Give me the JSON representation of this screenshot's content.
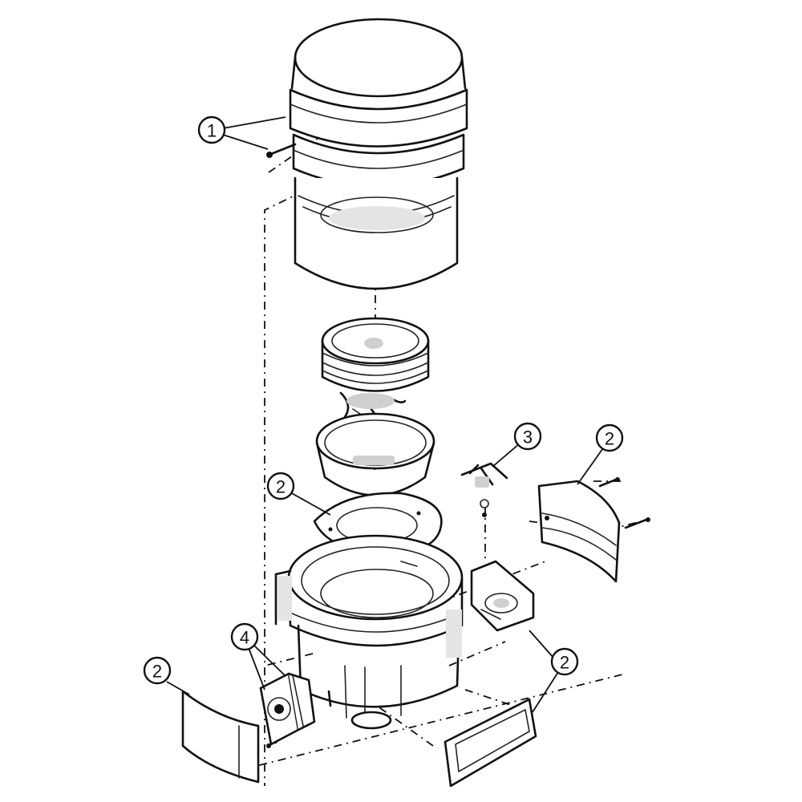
{
  "callouts": {
    "c1": "1",
    "c2a": "2",
    "c2b": "2",
    "c2c": "2",
    "c2d": "2",
    "c3": "3",
    "c4": "4"
  }
}
